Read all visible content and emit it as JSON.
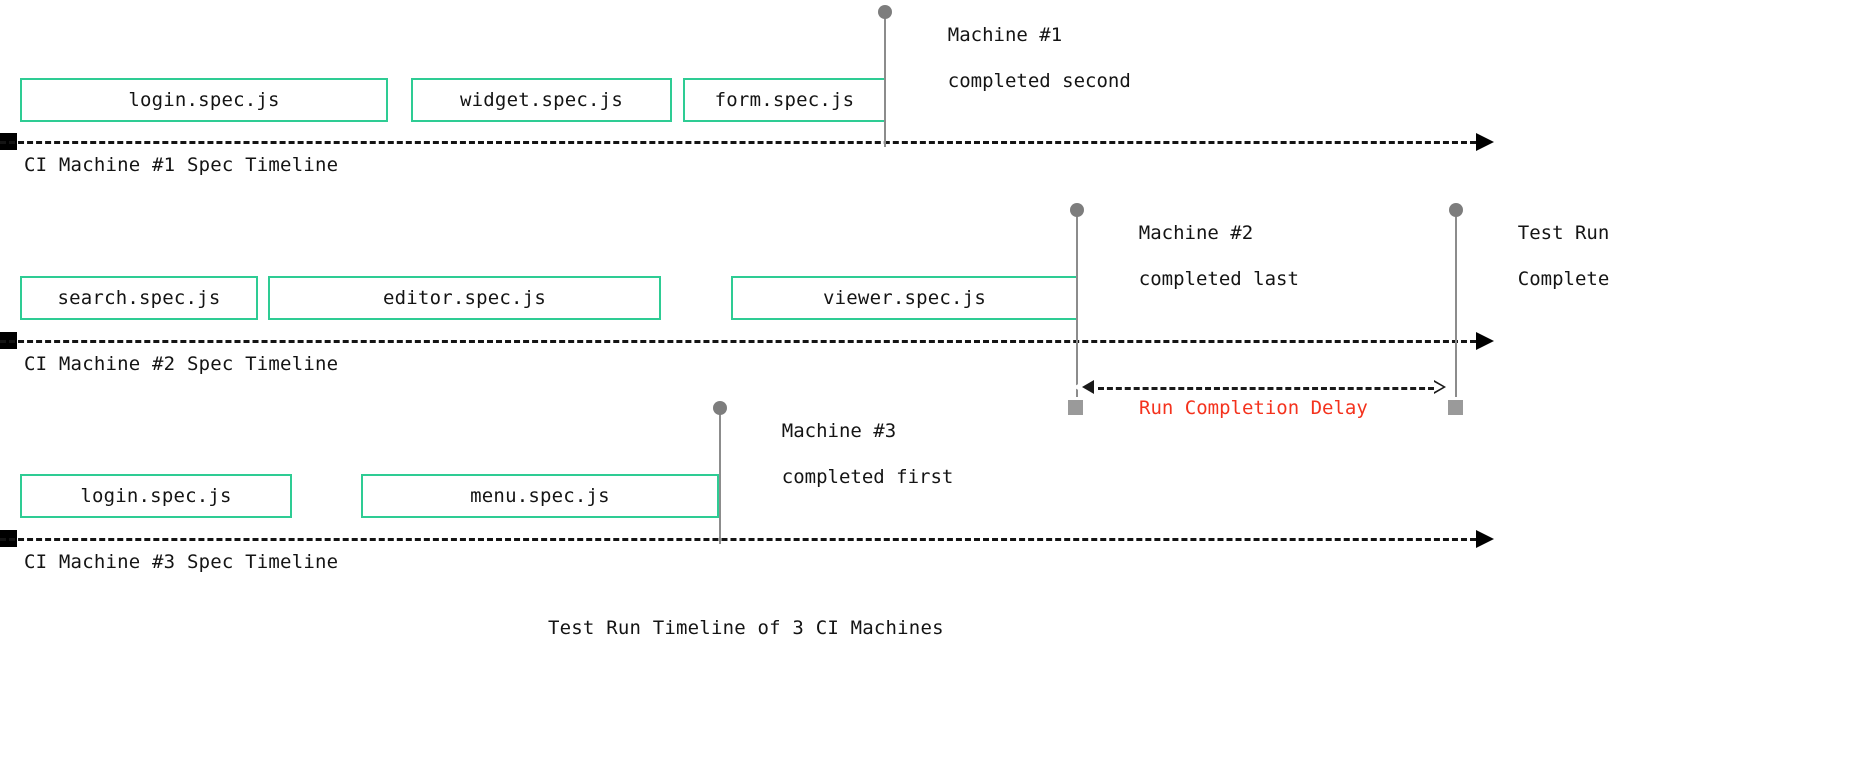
{
  "figure": {
    "title": "Test Run Timeline of 3 CI Machines",
    "accent_box_color": "#2ecc94",
    "axis_color": "#141414",
    "marker_color": "#7d7d7d",
    "delay_color": "#f4321d"
  },
  "rows": [
    {
      "axis_label": "CI Machine #1 Spec Timeline",
      "specs": [
        {
          "name": "login.spec.js"
        },
        {
          "name": "widget.spec.js"
        },
        {
          "name": "form.spec.js"
        }
      ]
    },
    {
      "axis_label": "CI Machine #2 Spec Timeline",
      "specs": [
        {
          "name": "search.spec.js"
        },
        {
          "name": "editor.spec.js"
        },
        {
          "name": "viewer.spec.js"
        }
      ]
    },
    {
      "axis_label": "CI Machine #3 Spec Timeline",
      "specs": [
        {
          "name": "login.spec.js"
        },
        {
          "name": "menu.spec.js"
        }
      ]
    }
  ],
  "markers": [
    {
      "line1": "Machine #1",
      "line2": "completed second"
    },
    {
      "line1": "Machine #2",
      "line2": "completed last"
    },
    {
      "line1": "Test Run",
      "line2": "Complete"
    },
    {
      "line1": "Machine #3",
      "line2": "completed first"
    }
  ],
  "delay": {
    "label": "Run Completion Delay"
  }
}
